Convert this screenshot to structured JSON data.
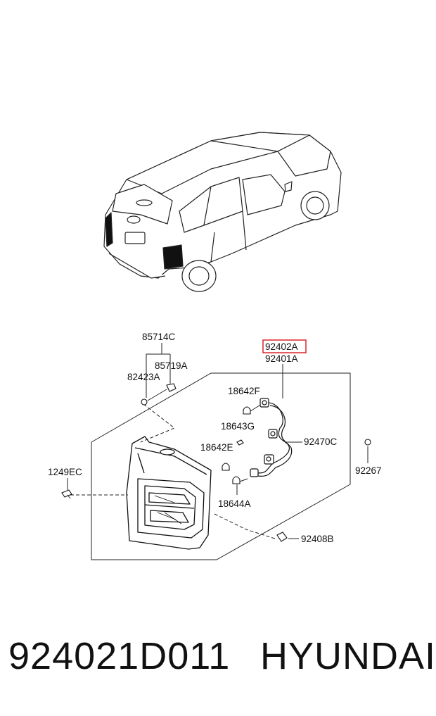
{
  "parts": {
    "p85714C": "85714C",
    "p85719A": "85719A",
    "p82423A": "82423A",
    "p92402A": "92402A",
    "p92401A": "92401A",
    "p18642F": "18642F",
    "p18643G": "18643G",
    "p18642E": "18642E",
    "p18644A": "18644A",
    "p92470C": "92470C",
    "p1249EC": "1249EC",
    "p92267": "92267",
    "p92408B": "92408B"
  },
  "highlight_color": "#d9262b",
  "caption": {
    "part_number": "924021D011",
    "brand": "HYUNDAI"
  }
}
